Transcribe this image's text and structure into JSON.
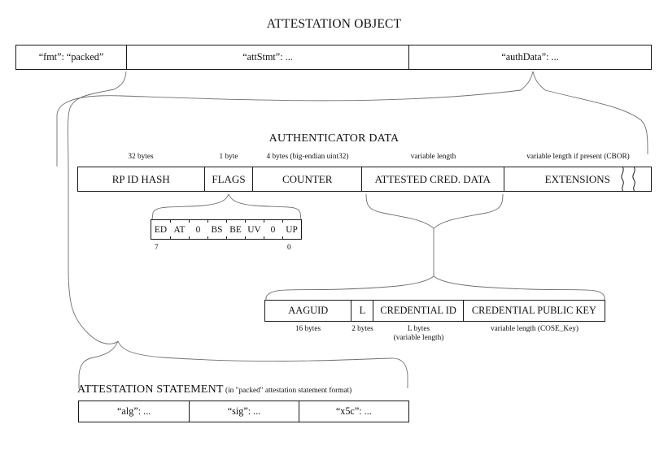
{
  "diagram": {
    "title": "ATTESTATION OBJECT",
    "background": "#ffffff",
    "line_color": "#1a1a1a",
    "connector_color": "#6f6f6f"
  },
  "attestation_object": {
    "title": "ATTESTATION OBJECT",
    "fields": [
      {
        "label": "“fmt”: “packed”"
      },
      {
        "label": "“attStmt”: ..."
      },
      {
        "label": "“authData”: ..."
      }
    ]
  },
  "authenticator_data": {
    "title": "AUTHENTICATOR DATA",
    "fields": [
      {
        "label": "RP ID HASH",
        "size": "32 bytes"
      },
      {
        "label": "FLAGS",
        "size": "1 byte"
      },
      {
        "label": "COUNTER",
        "size": "4 bytes (big-endian uint32)"
      },
      {
        "label": "ATTESTED CRED. DATA",
        "size": "variable length"
      },
      {
        "label": "EXTENSIONS",
        "size": "variable length if present (CBOR)"
      }
    ],
    "truncation_marker": "break-symbol"
  },
  "flags_byte": {
    "bits": [
      "ED",
      "AT",
      "0",
      "BS",
      "BE",
      "UV",
      "0",
      "UP"
    ],
    "high_bit_label": "7",
    "low_bit_label": "0"
  },
  "attested_credential_data": {
    "fields": [
      {
        "label": "AAGUID",
        "size": "16 bytes"
      },
      {
        "label": "L",
        "size": "2 bytes"
      },
      {
        "label": "CREDENTIAL ID",
        "size": "L bytes\n(variable length)"
      },
      {
        "label": "CREDENTIAL PUBLIC KEY",
        "size": "variable length (COSE_Key)"
      }
    ]
  },
  "attestation_statement": {
    "title": "ATTESTATION STATEMENT",
    "note": "(in \"packed\" attestation statement format)",
    "fields": [
      {
        "label": "“alg”: ..."
      },
      {
        "label": "“sig”: ..."
      },
      {
        "label": "“x5c”: ..."
      }
    ]
  }
}
